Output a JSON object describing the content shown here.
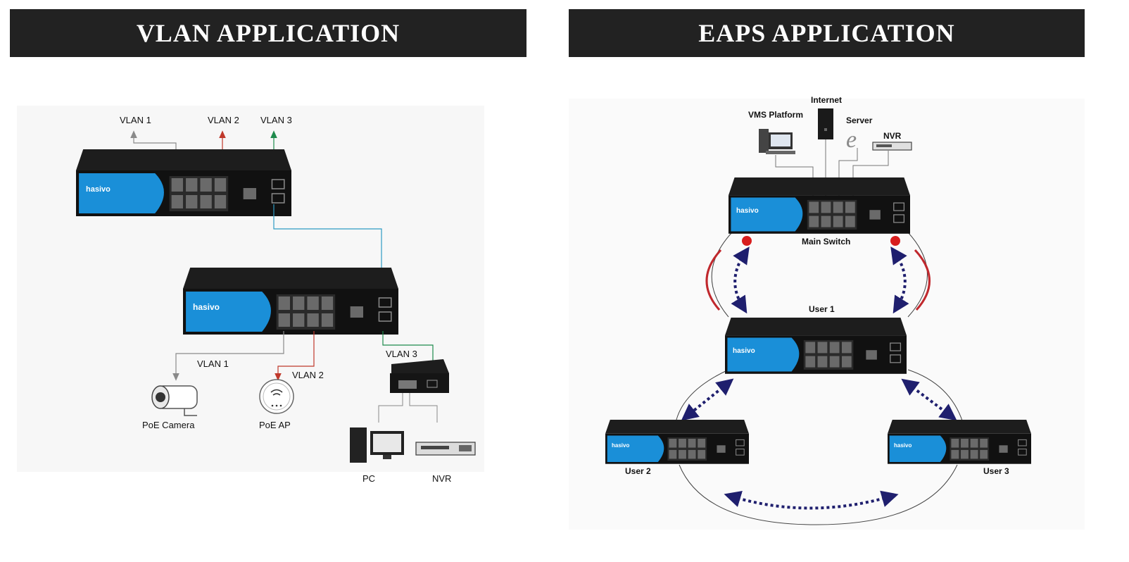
{
  "vlan_panel": {
    "title": "VLAN APPLICATION",
    "labels": {
      "vlan1_top": "VLAN 1",
      "vlan2_top": "VLAN 2",
      "vlan3_top": "VLAN 3",
      "vlan1_bottom": "VLAN 1",
      "vlan2_bottom": "VLAN 2",
      "vlan3_bottom": "VLAN 3",
      "poe_camera": "PoE Camera",
      "poe_ap": "PoE AP",
      "pc": "PC",
      "nvr": "NVR"
    },
    "switch_brand": "hasivo"
  },
  "eaps_panel": {
    "title": "EAPS APPLICATION",
    "labels": {
      "internet": "Internet",
      "vms_platform": "VMS Platform",
      "server": "Server",
      "nvr": "NVR",
      "main_switch": "Main Switch",
      "user1": "User 1",
      "user2": "User 2",
      "user3": "User 3"
    },
    "switch_brand": "hasivo"
  },
  "colors": {
    "banner_bg": "#222222",
    "vlan1_line": "#8a8a8a",
    "vlan2_line": "#c0392b",
    "vlan3_line": "#1e8a4c",
    "trunk_line": "#2e9bc4",
    "ring_arrow": "#1f1f6e",
    "ring_bracket": "#c0282d",
    "switch_blue": "#1a8fd8"
  }
}
